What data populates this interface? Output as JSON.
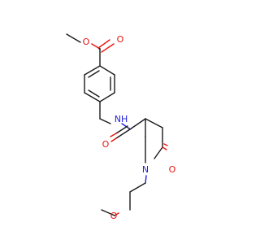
{
  "atoms": {
    "ester_carbonyl_o": {
      "label": "O",
      "color": "#e8130f"
    },
    "ester_ether_o": {
      "label": "O",
      "color": "#e8130f"
    },
    "amide_nh": {
      "label": "NH",
      "color": "#2020e0"
    },
    "amide_carbonyl_o": {
      "label": "O",
      "color": "#e8130f"
    },
    "ring_n": {
      "label": "N",
      "color": "#2020e0"
    },
    "lactam_o": {
      "label": "O",
      "color": "#e8130f"
    },
    "methoxy_o": {
      "label": "O",
      "color": "#e8130f"
    }
  }
}
